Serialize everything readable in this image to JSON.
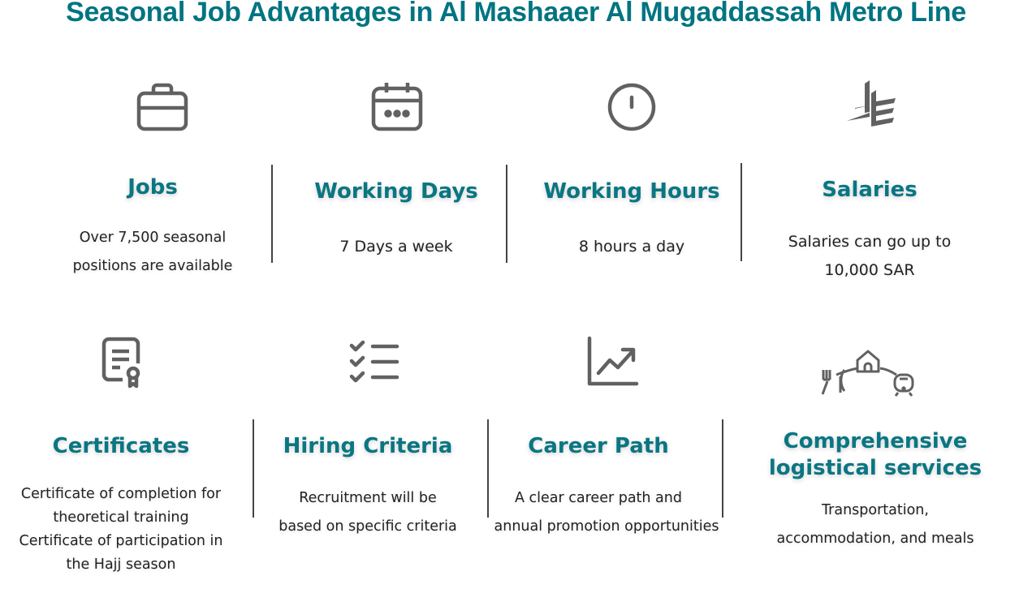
{
  "title": "Seasonal Job Advantages in Al Mashaaer Al Mugaddassah Metro Line",
  "colors": {
    "accent": "#007481",
    "icon": "#616161"
  },
  "items": [
    {
      "icon": "briefcase-icon",
      "title": "Jobs",
      "lines": [
        "Over 7,500 seasonal",
        "positions  are available"
      ]
    },
    {
      "icon": "calendar-icon",
      "title": "Working Days",
      "lines": [
        "7 Days a week"
      ]
    },
    {
      "icon": "clock-icon",
      "title": "Working Hours",
      "lines": [
        "8 hours a day"
      ]
    },
    {
      "icon": "riyal-currency-icon",
      "title": "Salaries",
      "lines": [
        "Salaries can go up to",
        "10,000 SAR"
      ]
    },
    {
      "icon": "certificate-icon",
      "title": "Certificates",
      "lines": [
        "Certificate of completion for",
        "theoretical training",
        "Certificate of participation in",
        "the Hajj season"
      ]
    },
    {
      "icon": "checklist-icon",
      "title": "Hiring Criteria",
      "lines": [
        "Recruitment will be",
        "based on specific criteria"
      ]
    },
    {
      "icon": "chart-growth-icon",
      "title": "Career Path",
      "lines": [
        "A clear career path and",
        "annual promotion opportunities"
      ]
    },
    {
      "icon": "logistics-icon",
      "title": "Comprehensive logistical services",
      "lines": [
        "Transportation,",
        "accommodation, and meals"
      ]
    }
  ]
}
